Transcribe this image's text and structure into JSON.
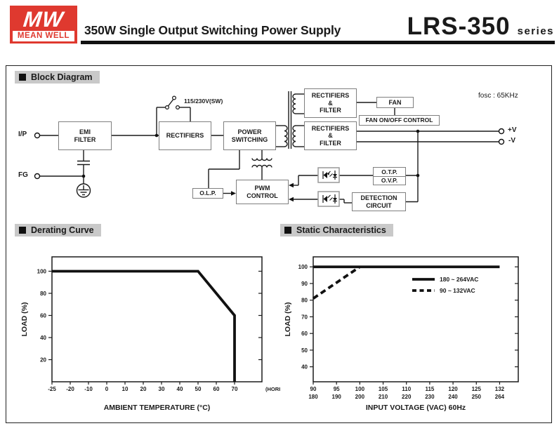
{
  "header": {
    "logo_mw": "MW",
    "logo_name": "MEAN WELL",
    "title": "350W Single Output Switching Power Supply",
    "model": "LRS-350",
    "series_label": "series"
  },
  "colors": {
    "brand_red": "#df392f",
    "heading_bg": "#c9c9c9",
    "line": "#1a1a1a"
  },
  "sections": {
    "block_diagram": "Block Diagram",
    "derating_curve": "Derating Curve",
    "static_characteristics": "Static Characteristics"
  },
  "block_diagram": {
    "boxes": {
      "emi_filter": "EMI\nFILTER",
      "rectifiers": "RECTIFIERS",
      "power_switching": "POWER\nSWITCHING",
      "rectifiers_filter_top": "RECTIFIERS\n&\nFILTER",
      "rectifiers_filter_bottom": "RECTIFIERS\n&\nFILTER",
      "fan": "FAN",
      "fan_control": "FAN ON/OFF CONTROL",
      "olp": "O.L.P.",
      "pwm_control": "PWM\nCONTROL",
      "otp": "O.T.P.",
      "ovp": "O.V.P.",
      "detection_circuit": "DETECTION\nCIRCUIT"
    },
    "terminals": {
      "input": "I/P",
      "ground": "FG",
      "v_plus": "+V",
      "v_minus": "-V"
    },
    "annotations": {
      "voltage_switch": "115/230V(SW)",
      "fosc": "fosc : 65KHz"
    }
  },
  "chart_data": [
    {
      "type": "line",
      "title": "Derating Curve",
      "xlabel": "AMBIENT TEMPERATURE (°C)",
      "ylabel": "LOAD (%)",
      "x_ticks": [
        "-25",
        "-20",
        "-10",
        "0",
        "10",
        "20",
        "30",
        "40",
        "50",
        "60",
        "70"
      ],
      "x_tick_values": [
        -25,
        -20,
        -10,
        0,
        10,
        20,
        30,
        40,
        50,
        60,
        70
      ],
      "x_suffix": "(HORIZONTAL)",
      "y_ticks": [
        20,
        40,
        60,
        80,
        100
      ],
      "ylim": [
        0,
        113
      ],
      "grid": false,
      "series": [
        {
          "name": "load",
          "style": "solid",
          "points": [
            [
              -25,
              100
            ],
            [
              50,
              100
            ],
            [
              70,
              60
            ],
            [
              70,
              0
            ]
          ]
        }
      ]
    },
    {
      "type": "line",
      "title": "Static Characteristics",
      "xlabel": "INPUT VOLTAGE (VAC) 60Hz",
      "ylabel": "LOAD (%)",
      "x_ticks": [
        "90",
        "95",
        "100",
        "105",
        "110",
        "115",
        "120",
        "125",
        "132"
      ],
      "x_ticks_sub": [
        "180",
        "190",
        "200",
        "210",
        "220",
        "230",
        "240",
        "250",
        "264"
      ],
      "x_tick_values": [
        90,
        95,
        100,
        105,
        110,
        115,
        120,
        125,
        132
      ],
      "y_ticks": [
        40,
        50,
        60,
        70,
        80,
        90,
        100
      ],
      "ylim": [
        31,
        106
      ],
      "grid": false,
      "legend_position": "upper-middle",
      "legend": [
        {
          "label": "180 ~ 264VAC",
          "style": "solid"
        },
        {
          "label": "90 ~ 132VAC",
          "style": "dashed"
        }
      ],
      "series": [
        {
          "name": "180 ~ 264VAC",
          "style": "solid",
          "points": [
            [
              90,
              100
            ],
            [
              132,
              100
            ]
          ]
        },
        {
          "name": "90 ~ 132VAC",
          "style": "dashed",
          "points": [
            [
              90,
              81
            ],
            [
              100,
              100
            ]
          ]
        }
      ]
    }
  ]
}
